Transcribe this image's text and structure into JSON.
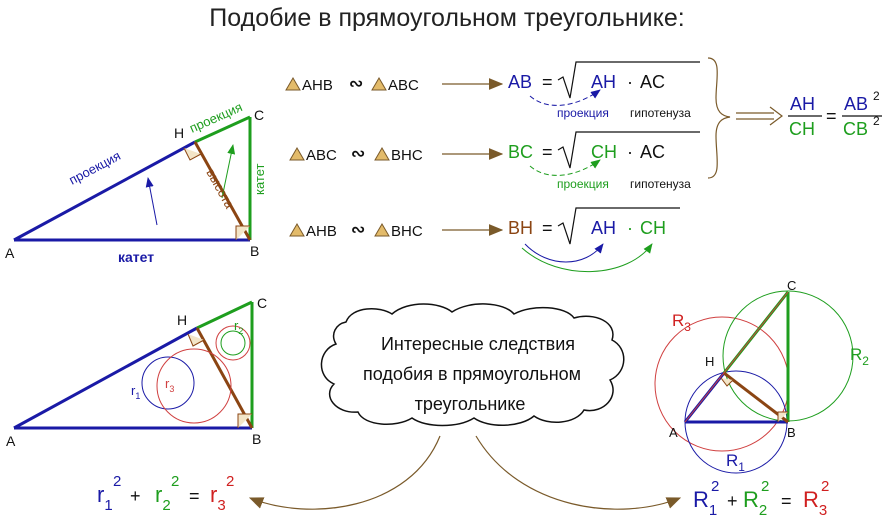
{
  "title": "Подобие в прямоугольном треугольнике:",
  "colors": {
    "blue": "#1a1aa6",
    "green": "#1e9e1e",
    "brown": "#8b4513",
    "red": "#d02020",
    "circleRed": "#d04040",
    "black": "#111111",
    "arrow": "#7a5a2a"
  },
  "triangle1": {
    "vertices": {
      "A": "A",
      "B": "B",
      "C": "C",
      "H": "H"
    },
    "labels": {
      "proj_AH": "проекция",
      "proj_HC": "проекция",
      "height": "высота",
      "leg_BC": "катет",
      "leg_AB": "катет"
    }
  },
  "similarity": [
    {
      "left": "AHB",
      "right": "ABC",
      "lhs": "AB",
      "f1": "AH",
      "f2": "AC",
      "under1": "проекция",
      "under2": "гипотенуза"
    },
    {
      "left": "ABC",
      "right": "BHC",
      "lhs": "BC",
      "f1": "CH",
      "f2": "AC",
      "under1": "проекция",
      "under2": "гипотенуза"
    },
    {
      "left": "AHB",
      "right": "BHC",
      "lhs": "BH",
      "f1": "AH",
      "f2": "CH"
    }
  ],
  "ratio": {
    "num_left": "AH",
    "den_left": "CH",
    "num_right": "AB",
    "den_right": "CB",
    "exp": "2"
  },
  "triangle2": {
    "A": "A",
    "B": "B",
    "C": "C",
    "H": "H",
    "r1": "r",
    "r1sub": "1",
    "r2": "r",
    "r2sub": "2",
    "r3": "r",
    "r3sub": "3"
  },
  "cloud": {
    "line1": "Интересные следствия",
    "line2": "подобия в прямоугольном",
    "line3": "треугольнике"
  },
  "formula_r": {
    "r": "r",
    "s1": "1",
    "s2": "2",
    "s3": "3",
    "exp": "2",
    "plus": "+",
    "eq": "="
  },
  "circles": {
    "A": "A",
    "B": "B",
    "C": "C",
    "H": "H",
    "R1": "R",
    "R1sub": "1",
    "R2": "R",
    "R2sub": "2",
    "R3": "R",
    "R3sub": "3"
  },
  "formula_R": {
    "R": "R",
    "s1": "1",
    "s2": "2",
    "s3": "3",
    "exp": "2",
    "plus": "+",
    "eq": "="
  }
}
